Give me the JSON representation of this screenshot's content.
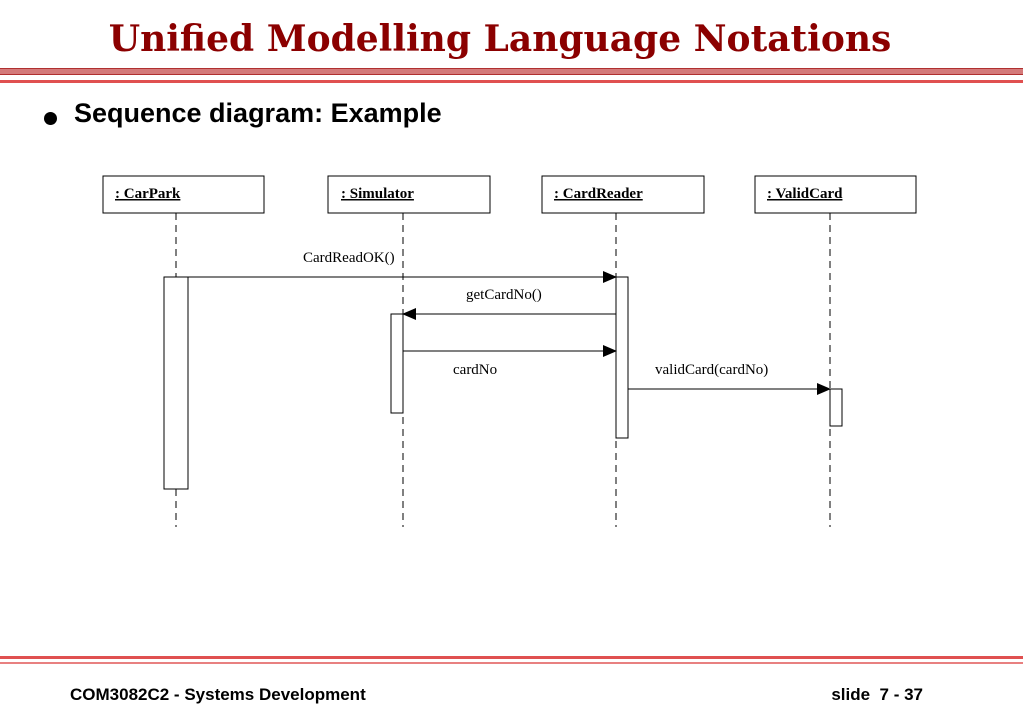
{
  "title": "Unified Modelling Language Notations",
  "subtitle": "Sequence diagram: Example",
  "lifelines": [
    {
      "label": ": CarPark"
    },
    {
      "label": ": Simulator"
    },
    {
      "label": ": CardReader"
    },
    {
      "label": ": ValidCard"
    }
  ],
  "messages": [
    {
      "label": "CardReadOK()",
      "from": ": CarPark",
      "to": ": CardReader"
    },
    {
      "label": "getCardNo()",
      "from": ": CardReader",
      "to": ": Simulator"
    },
    {
      "label": "cardNo",
      "from": ": Simulator",
      "to": ": CardReader"
    },
    {
      "label": "validCard(cardNo)",
      "from": ": CardReader",
      "to": ": ValidCard"
    }
  ],
  "footer": {
    "course": "COM3082C2 - Systems Development",
    "slide": "slide  7 - 37"
  }
}
